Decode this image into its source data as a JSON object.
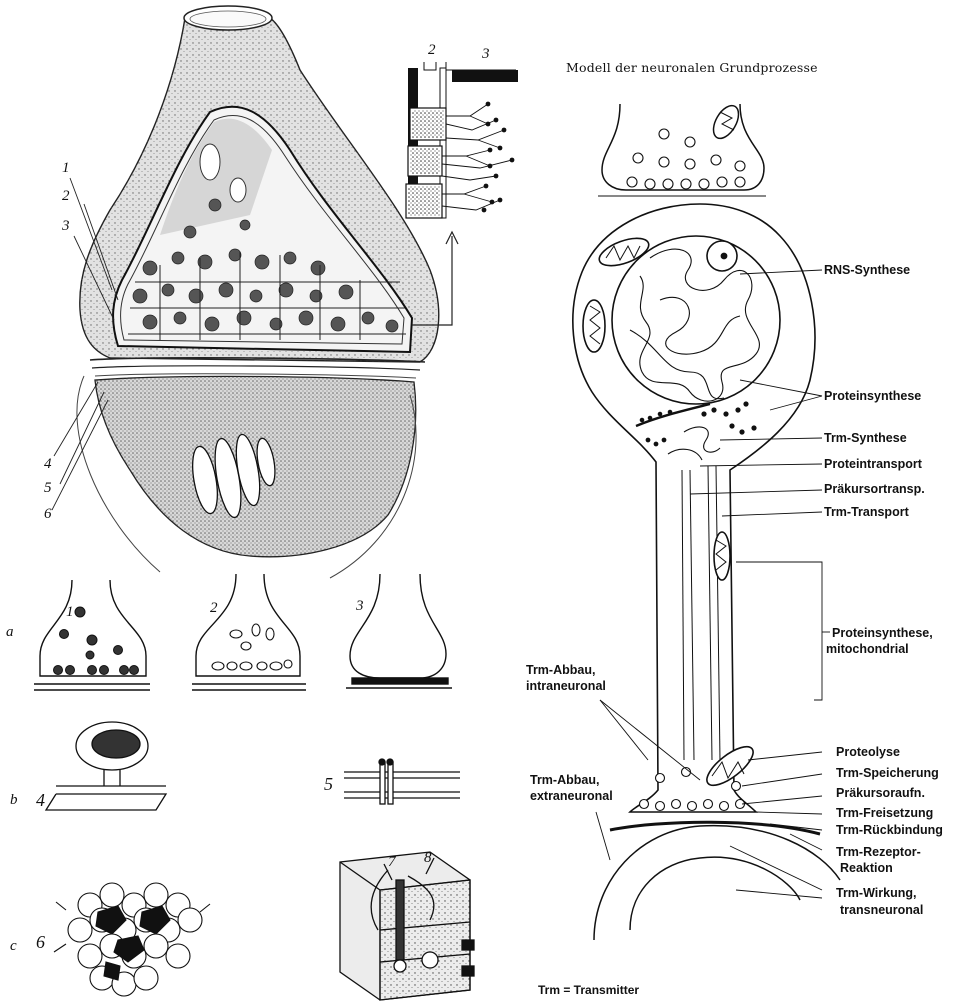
{
  "right_diagram": {
    "title": "Modell der neuronalen Grundprozesse",
    "labels": {
      "rns_synthese": "RNS-Synthese",
      "proteinsynthese": "Proteinsynthese",
      "trm_synthese": "Trm-Synthese",
      "proteintransport": "Proteintransport",
      "praekursortransp": "Präkursortransp.",
      "trm_transport": "Trm-Transport",
      "proteinsynthese_mito_1": "Proteinsynthese,",
      "proteinsynthese_mito_2": "mitochondrial",
      "trm_abbau_intra_1": "Trm-Abbau,",
      "trm_abbau_intra_2": "intraneuronal",
      "trm_abbau_extra_1": "Trm-Abbau,",
      "trm_abbau_extra_2": "extraneuronal",
      "proteolyse": "Proteolyse",
      "trm_speicherung": "Trm-Speicherung",
      "praekursoraufn": "Präkursoraufn.",
      "trm_freisetzung": "Trm-Freisetzung",
      "trm_rueckbindung": "Trm-Rückbindung",
      "trm_rezeptor_1": "Trm-Rezeptor-",
      "trm_rezeptor_2": "Reaktion",
      "trm_wirkung_1": "Trm-Wirkung,",
      "trm_wirkung_2": "transneuronal"
    },
    "footnote": "Trm = Transmitter"
  },
  "left_diagram": {
    "inset_numbers": {
      "n2": "2",
      "n3": "3"
    },
    "side_numbers": {
      "n1": "1",
      "n2": "2",
      "n3": "3",
      "n4": "4",
      "n5": "5",
      "n6": "6"
    },
    "row_letters": {
      "a": "a",
      "b": "b",
      "c": "c"
    },
    "panel_numbers": {
      "p1": "1",
      "p2": "2",
      "p3": "3",
      "p4": "4",
      "p5": "5",
      "p6": "6",
      "p7": "7",
      "p8": "8"
    }
  }
}
